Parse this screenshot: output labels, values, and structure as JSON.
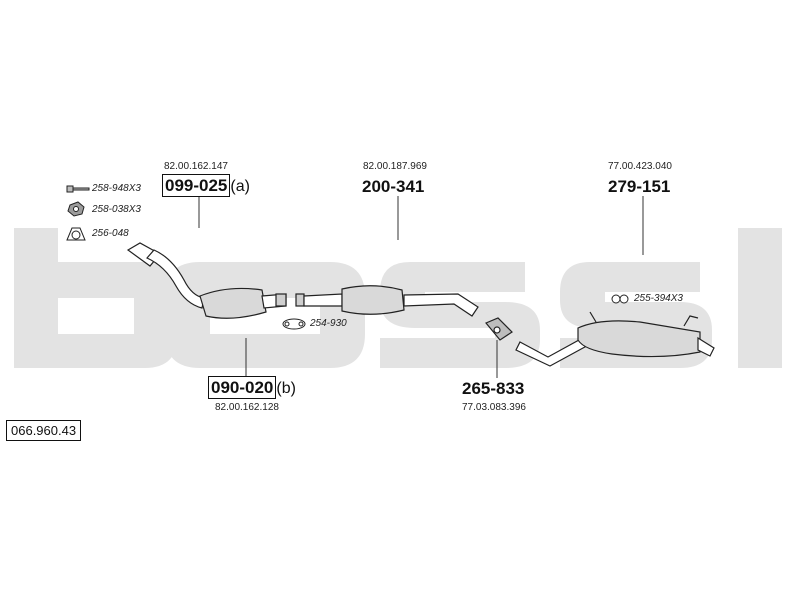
{
  "assembly_number": "066.960.43",
  "watermark": "bosal",
  "parts": [
    {
      "id": "front-pipe-a",
      "ref": "82.00.162.147",
      "number": "099-025",
      "suffix": "(a)"
    },
    {
      "id": "catalyst-b",
      "ref": "82.00.162.128",
      "number": "090-020",
      "suffix": "(b)"
    },
    {
      "id": "center-pipe",
      "ref": "82.00.187.969",
      "number": "200-341",
      "suffix": ""
    },
    {
      "id": "clamp",
      "ref": "77.03.083.396",
      "number": "265-833",
      "suffix": ""
    },
    {
      "id": "rear-silencer",
      "ref": "77.00.423.040",
      "number": "279-151",
      "suffix": ""
    }
  ],
  "accessories": [
    {
      "id": "bolt",
      "code": "258-948X3",
      "icon": "bolt-icon"
    },
    {
      "id": "nut",
      "code": "258-038X3",
      "icon": "nut-icon"
    },
    {
      "id": "gasket",
      "code": "256-048",
      "icon": "gasket-icon"
    },
    {
      "id": "flange-gasket",
      "code": "254-930",
      "icon": "flange-gasket-icon"
    },
    {
      "id": "rubber-mount",
      "code": "255-394X3",
      "icon": "rubber-mount-icon"
    }
  ]
}
